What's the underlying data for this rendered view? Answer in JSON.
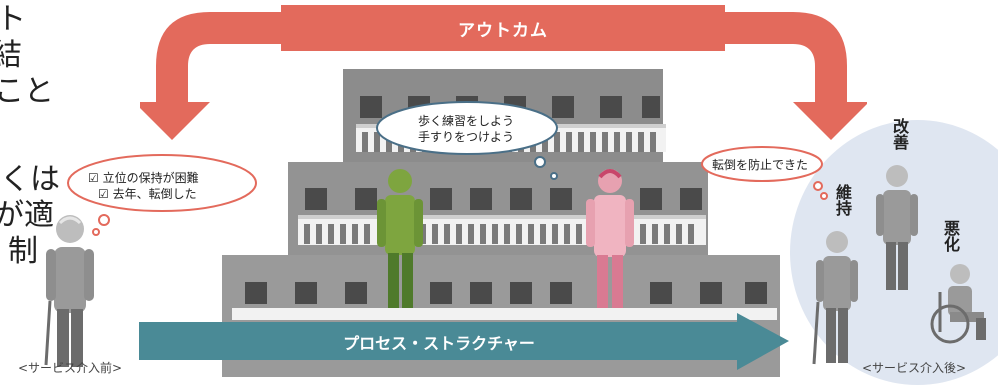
{
  "left_text": [
    "ト",
    "結",
    "こと",
    "くは",
    "が適",
    "制"
  ],
  "outcome": {
    "label": "アウトカム"
  },
  "process": {
    "label": "プロセス・ストラクチャー"
  },
  "before_caption": "<サービス介入前>",
  "after_caption": "<サービス介入後>",
  "before_bubble": {
    "lines": [
      "☑ 立位の保持が困難",
      "☑ 去年、転倒した"
    ]
  },
  "staff_bubble": {
    "lines": [
      "歩く練習をしよう",
      "手すりをつけよう"
    ]
  },
  "after_bubble": {
    "text": "転倒を防止できた"
  },
  "outcomes": {
    "improve": "改善",
    "maintain": "維持",
    "worsen": "悪化"
  },
  "colors": {
    "outcome_red": "#e36a5c",
    "process_teal": "#4a8a96",
    "building_gray": "#8c8c8c",
    "circle_blue": "#dfe6f1",
    "staff_green": "#7ea53f",
    "staff_pink": "#e7a1b0"
  }
}
